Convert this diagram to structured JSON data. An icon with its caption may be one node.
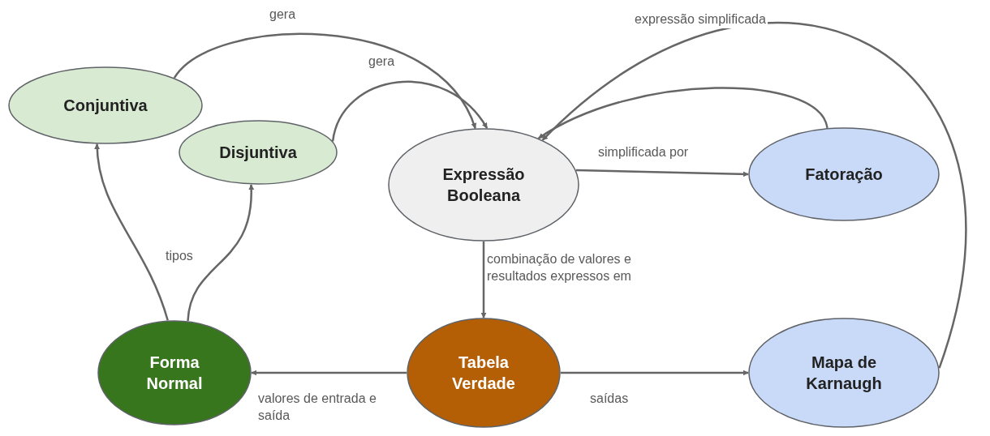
{
  "diagram": {
    "nodes": [
      {
        "text": [
          "Conjuntiva"
        ]
      },
      {
        "text": [
          "Disjuntiva"
        ]
      },
      {
        "text": [
          "Expressão Booleana"
        ]
      },
      {
        "text": [
          "Fatoração"
        ]
      },
      {
        "text": [
          "Forma Normal"
        ]
      },
      {
        "text": [
          "Tabela Verdade"
        ]
      },
      {
        "text": [
          "Mapa de Karnaugh"
        ]
      }
    ],
    "edges": [
      {
        "from": 0,
        "to": 2,
        "arrow": "to",
        "label": "gera"
      },
      {
        "from": 1,
        "to": 2,
        "arrow": "to",
        "label": "gera"
      },
      {
        "from": 2,
        "to": 3,
        "arrow": "to",
        "label": "simplificada por"
      },
      {
        "from": 3,
        "to": 2,
        "arrow": "to"
      },
      {
        "from": 6,
        "to": 2,
        "arrow": "to",
        "label": "expressão simplificada"
      },
      {
        "from": 2,
        "to": 5,
        "arrow": "to",
        "label": "combinação de valores e resultados expressos em"
      },
      {
        "from": 5,
        "to": 4,
        "arrow": "to",
        "label": "valores de entrada e saída"
      },
      {
        "from": 5,
        "to": 6,
        "arrow": "to",
        "label": "saídas"
      },
      {
        "from": 4,
        "to": 0,
        "arrow": "to",
        "label": "tipos"
      },
      {
        "from": 4,
        "to": 1,
        "arrow": "to"
      }
    ]
  }
}
